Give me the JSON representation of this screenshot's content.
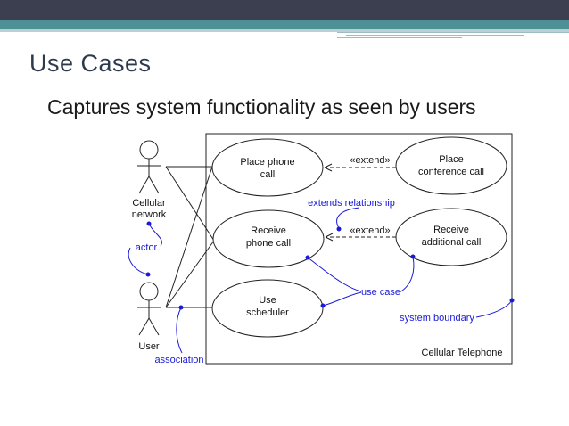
{
  "slide": {
    "title": "Use Cases",
    "subtitle": "Captures system functionality as seen by users"
  },
  "diagram": {
    "system_name": "Cellular Telephone",
    "actors": {
      "cellular_network": [
        "Cellular",
        "network"
      ],
      "user": "User"
    },
    "use_cases": {
      "place_phone_call": [
        "Place phone",
        "call"
      ],
      "receive_phone_call": [
        "Receive",
        "phone call"
      ],
      "use_scheduler": [
        "Use",
        "scheduler"
      ],
      "place_conference_call": [
        "Place",
        "conference call"
      ],
      "receive_additional_call": [
        "Receive",
        "additional call"
      ]
    },
    "stereotypes": {
      "extend_top": "«extend»",
      "extend_bottom": "«extend»"
    },
    "annotations": {
      "extends_relationship": "extends relationship",
      "actor": "actor",
      "use_case": "use case",
      "system_boundary": "system boundary",
      "association": "association"
    },
    "annotation_color": "#1a1ad8"
  }
}
